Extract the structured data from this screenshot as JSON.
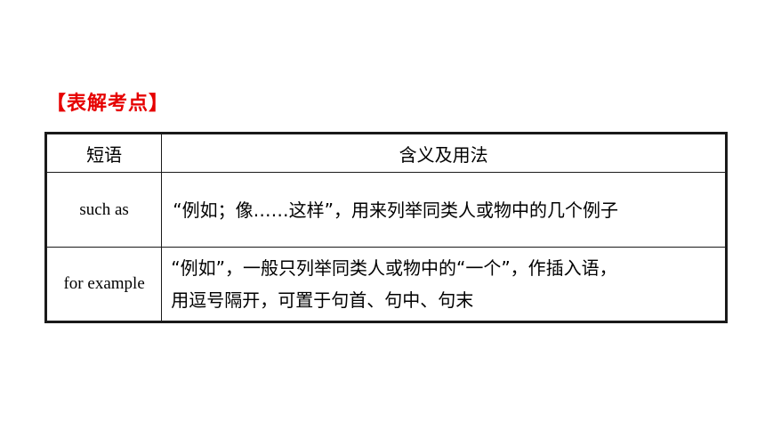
{
  "section_title": "【表解考点】",
  "table": {
    "headers": {
      "phrase": "短语",
      "meaning": "含义及用法"
    },
    "rows": [
      {
        "phrase": "such as",
        "meaning_lines": [
          "“例如；像……这样”，用来列举同类人或物中的几个例子"
        ]
      },
      {
        "phrase": "for example",
        "meaning_lines": [
          "“例如”，一般只列举同类人或物中的“一个”，作插入语，",
          "用逗号隔开，可置于句首、句中、句末"
        ]
      }
    ]
  }
}
